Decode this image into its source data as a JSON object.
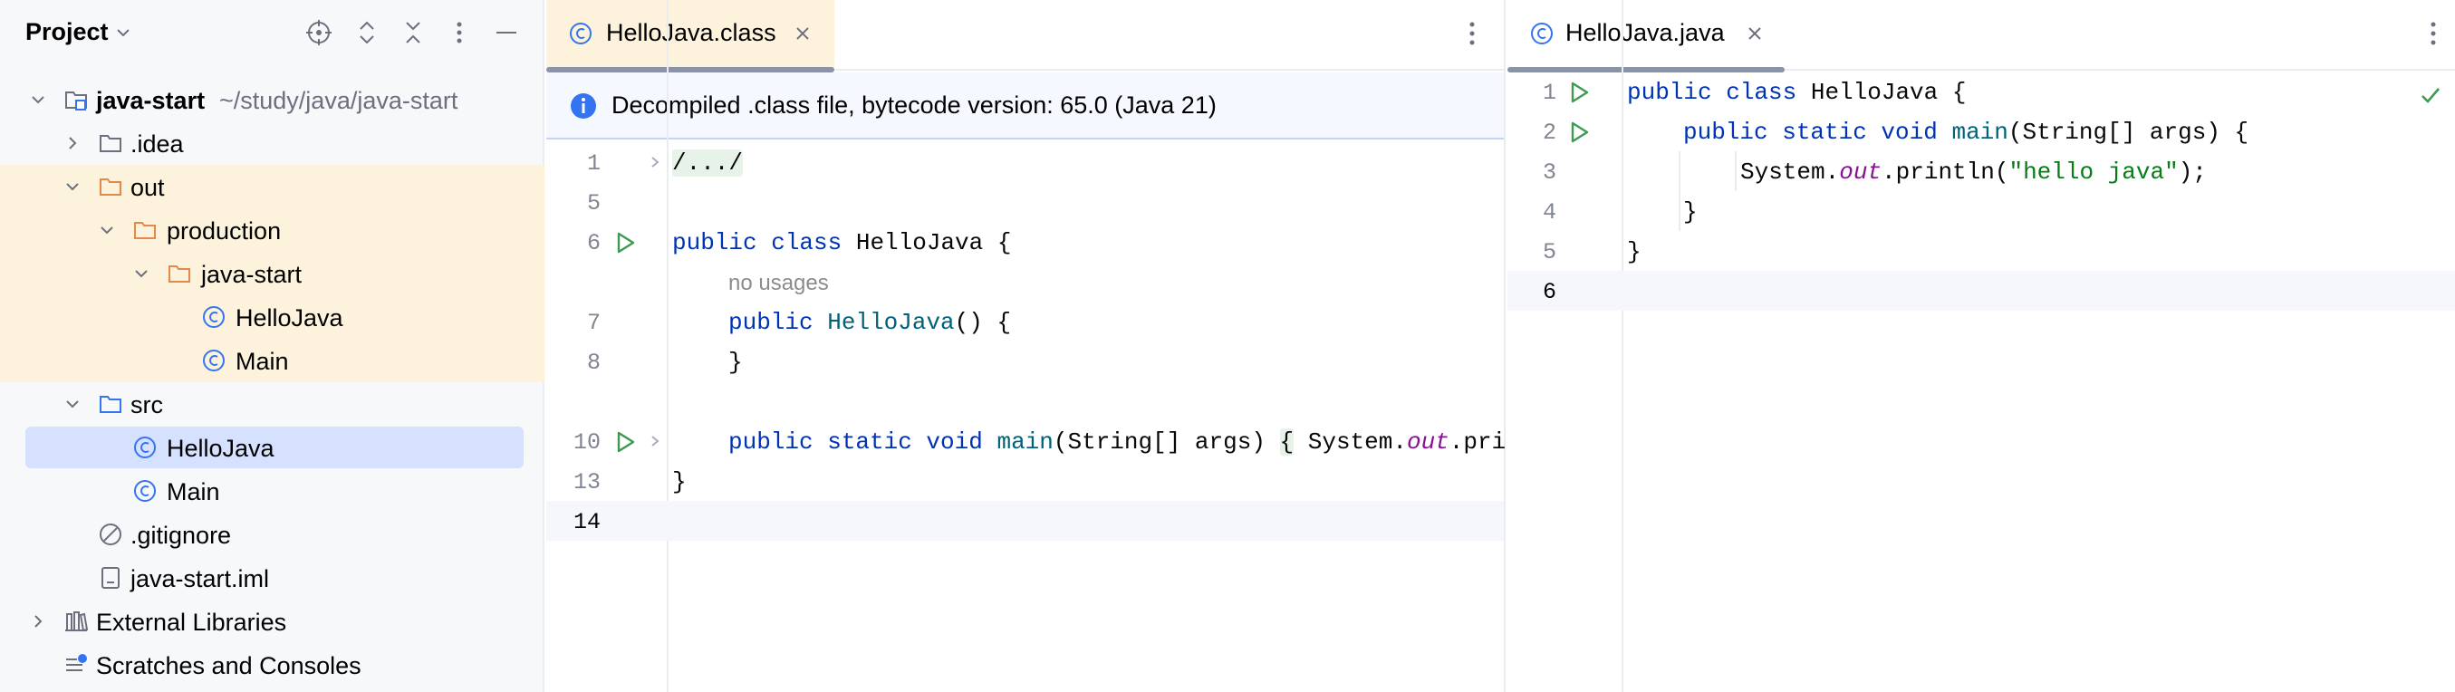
{
  "project": {
    "title": "Project",
    "tree": [
      {
        "label": "java-start",
        "path": "~/study/java/java-start",
        "icon": "module-folder-icon"
      },
      {
        "label": ".idea",
        "icon": "folder-icon"
      },
      {
        "label": "out",
        "icon": "folder-excluded-icon"
      },
      {
        "label": "production",
        "icon": "folder-excluded-icon"
      },
      {
        "label": "java-start",
        "icon": "folder-excluded-icon"
      },
      {
        "label": "HelloJava",
        "icon": "java-class-icon"
      },
      {
        "label": "Main",
        "icon": "java-class-icon"
      },
      {
        "label": "src",
        "icon": "source-folder-icon"
      },
      {
        "label": "HelloJava",
        "icon": "java-class-icon"
      },
      {
        "label": "Main",
        "icon": "java-class-icon"
      },
      {
        "label": ".gitignore",
        "icon": "ignore-file-icon"
      },
      {
        "label": "java-start.iml",
        "icon": "iml-file-icon"
      },
      {
        "label": "External Libraries",
        "icon": "libraries-icon"
      },
      {
        "label": "Scratches and Consoles",
        "icon": "scratches-icon"
      }
    ]
  },
  "left_editor": {
    "tab_label": "HelloJava.class",
    "banner": "Decompiled .class file, bytecode version: 65.0 (Java 21)",
    "line_numbers": [
      "1",
      "5",
      "6",
      "7",
      "8",
      "10",
      "13",
      "14"
    ],
    "code": {
      "l1": "/.../",
      "l6_kw": "public class",
      "l6_rest": " HelloJava {",
      "hint": "no usages",
      "l7_kw": "public",
      "l7_fn": "HelloJava",
      "l7_rest": "() {",
      "l8": "}",
      "l10_kw": "public static void",
      "l10_fn": "main",
      "l10_args": "(String[] args) ",
      "l10_fold": "{",
      "l10_sys": " System.",
      "l10_out": "out",
      "l10_tail": ".pri",
      "l13": "}"
    }
  },
  "right_editor": {
    "tab_label": "HelloJava.java",
    "line_numbers": [
      "1",
      "2",
      "3",
      "4",
      "5",
      "6"
    ],
    "code": {
      "l1_kw": "public class",
      "l1_rest": " HelloJava {",
      "l2_kw": "public static void",
      "l2_fn": "main",
      "l2_rest": "(String[] args) {",
      "l3_a": "System.",
      "l3_out": "out",
      "l3_b": ".println(",
      "l3_str": "\"hello java\"",
      "l3_c": ");",
      "l4": "}",
      "l5": "}"
    }
  },
  "colors": {
    "accent": "#3574f0",
    "keyword": "#0033b3",
    "method": "#00627a",
    "string": "#067d17",
    "static_field": "#871094",
    "run": "#3d9a50",
    "excluded_highlight": "#fdf3dd",
    "selection": "#d5e1ff"
  }
}
